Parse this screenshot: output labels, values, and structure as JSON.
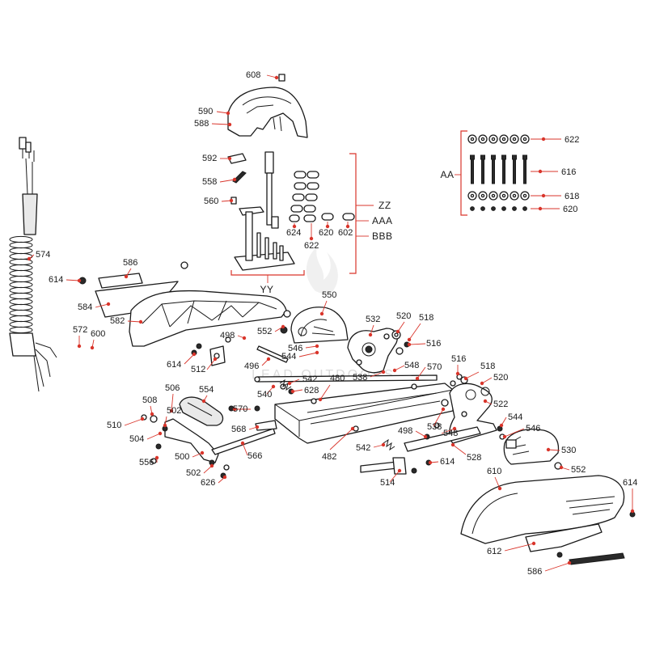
{
  "colors": {
    "leader": "#d9352b",
    "line": "#1a1a1a",
    "background": "#ffffff",
    "watermark": "#d8d8d8"
  },
  "watermark": "LEAD OUTDOORS",
  "labels": [
    "608",
    "590",
    "588",
    "592",
    "558",
    "560",
    "624",
    "622",
    "620",
    "602",
    "586",
    "574",
    "614",
    "584",
    "582",
    "552",
    "550",
    "572",
    "600",
    "498",
    "520",
    "532",
    "518",
    "516",
    "546",
    "544",
    "614",
    "512",
    "496",
    "548",
    "538",
    "542",
    "570",
    "628",
    "480",
    "540",
    "516",
    "518",
    "520",
    "508",
    "506",
    "554",
    "522",
    "510",
    "502",
    "504",
    "570",
    "568",
    "544",
    "546",
    "538",
    "530",
    "498",
    "548",
    "500",
    "566",
    "528",
    "542",
    "556",
    "502",
    "626",
    "614",
    "552",
    "482",
    "514",
    "610",
    "614",
    "612",
    "586"
  ],
  "groups": {
    "aa": "AA",
    "yy": "YY",
    "zz": "ZZ",
    "aaa": "AAA",
    "bbb": "BBB"
  },
  "hardware_kit_labels": [
    "622",
    "616",
    "618",
    "620"
  ]
}
